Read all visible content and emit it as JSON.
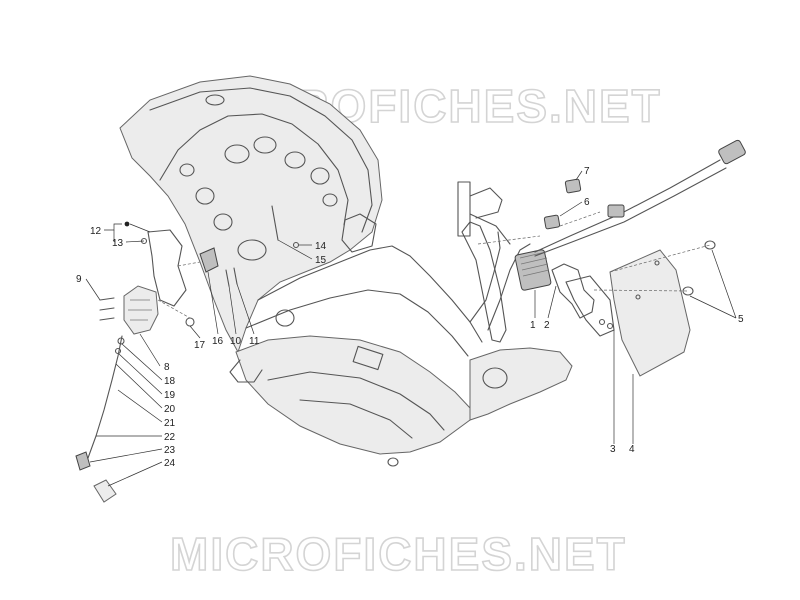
{
  "watermarks": {
    "top": "MICROFICHES.NET",
    "bottom": "MICROFICHES.NET"
  },
  "callouts": [
    {
      "id": "c1",
      "label": "1"
    },
    {
      "id": "c2",
      "label": "2"
    },
    {
      "id": "c3",
      "label": "3"
    },
    {
      "id": "c4",
      "label": "4"
    },
    {
      "id": "c5",
      "label": "5"
    },
    {
      "id": "c6",
      "label": "6"
    },
    {
      "id": "c7",
      "label": "7"
    },
    {
      "id": "c8",
      "label": "8"
    },
    {
      "id": "c9",
      "label": "9"
    },
    {
      "id": "c10",
      "label": "10"
    },
    {
      "id": "c11",
      "label": "11"
    },
    {
      "id": "c12",
      "label": "12"
    },
    {
      "id": "c13",
      "label": "13"
    },
    {
      "id": "c14",
      "label": "14"
    },
    {
      "id": "c15",
      "label": "15"
    },
    {
      "id": "c16",
      "label": "16"
    },
    {
      "id": "c17",
      "label": "17"
    },
    {
      "id": "c18",
      "label": "18"
    },
    {
      "id": "c19",
      "label": "19"
    },
    {
      "id": "c20",
      "label": "20"
    },
    {
      "id": "c21",
      "label": "21"
    },
    {
      "id": "c22",
      "label": "22"
    },
    {
      "id": "c23",
      "label": "23"
    },
    {
      "id": "c24",
      "label": "24"
    }
  ]
}
